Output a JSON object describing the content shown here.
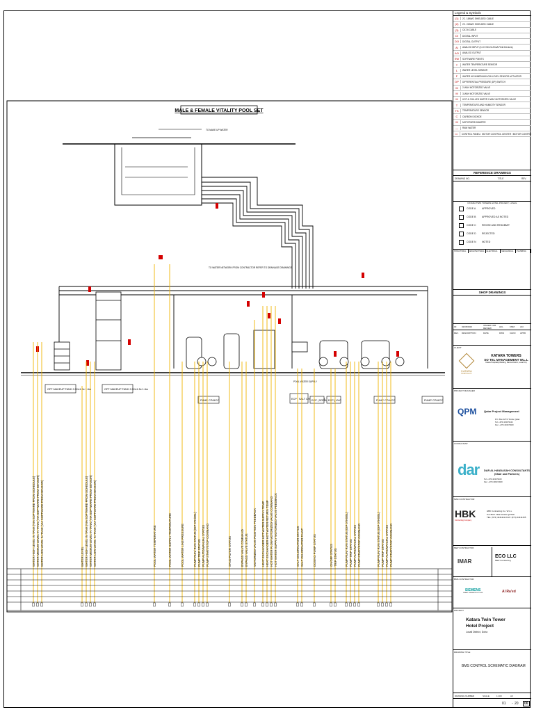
{
  "drawing_title": "MALE & FEMALE VITALITY POOL SET",
  "legend": {
    "title": "Legend & Symbols",
    "items": [
      {
        "sym": "(1)",
        "text": "2C. 18AWG SHIELDED CABLE"
      },
      {
        "sym": "(2)",
        "text": "2C. 22AWG SHIELDED CABLE"
      },
      {
        "sym": "(3)",
        "text": "CAT-6 CABLE"
      },
      {
        "sym": "DI",
        "text": "DIGITAL INPUT"
      },
      {
        "sym": "DO",
        "text": "DIGITAL OUTPUT"
      },
      {
        "sym": "AI",
        "text": "ANALOG INPUT (0-10 VDC/4-20mA Field Devices)"
      },
      {
        "sym": "AO",
        "text": "ANALOG OUTPUT"
      },
      {
        "sym": "SW",
        "text": "SOFTWARE POINTS"
      },
      {
        "sym": "T",
        "text": "WATER TEMPERATURE SENSOR"
      },
      {
        "sym": "L",
        "text": "WATER LEVEL SENSOR"
      },
      {
        "sym": "F",
        "text": "WATER HIGH/MEDIUM/LOW LEVEL SENSOR ACTUATOR"
      },
      {
        "sym": "DP",
        "text": "DIFFERENTIAL PRESSURE (DP) SWITCH"
      },
      {
        "sym": "M",
        "text": "2-WAY MOTORIZED VALVE"
      },
      {
        "sym": "M",
        "text": "3-WAY MOTORIZED VALVE"
      },
      {
        "sym": "M",
        "text": "HOT & CHILLED WATER 2-WAY MOTORIZED VALVE"
      },
      {
        "sym": "T",
        "text": "TEMPERATURE AND HUMIDITY SENSOR"
      },
      {
        "sym": "TS",
        "text": "TEMPERATURE SENSOR"
      },
      {
        "sym": "C",
        "text": "CARBON DIOXIDE"
      },
      {
        "sym": "M",
        "text": "MOTORIZED DAMPER"
      },
      {
        "sym": "—",
        "text": "RAW WATER"
      },
      {
        "sym": "▭",
        "text": "CONTROL PANEL / MOTOR CONTROL CENTER / MOTOR CONTROL PANEL"
      }
    ]
  },
  "reference_drawings": {
    "title": "REFERENCE DRAWINGS",
    "col_drawing_no": "DRAWING NO.",
    "col_title": "TITLE",
    "col_rev": "REV."
  },
  "review_stamp": {
    "header": "KATARA TWIN TOWERS HOTEL PROJECT, LUSAIL",
    "codes": [
      {
        "code": "CODE A",
        "text": "APPROVED"
      },
      {
        "code": "CODE B",
        "text": "APPROVED AS NOTED"
      },
      {
        "code": "CODE C",
        "text": "REVISE AND RESUBMIT"
      },
      {
        "code": "CODE D",
        "text": "REJECTED"
      },
      {
        "code": "CODE N",
        "text": "NOTED"
      }
    ],
    "disciplines": [
      "STRUCTURAL",
      "ARCHITECTURAL",
      "ELECTRICAL",
      "MECHANICAL",
      "PLUMBING"
    ]
  },
  "shop_drawings": {
    "title": "SHOP DRAWINGS",
    "row": [
      "00",
      "02/05/2023",
      "ISSUED FOR REVIEW",
      "HKL",
      "KMM",
      "AKI"
    ],
    "headers": [
      "REV.",
      "DESCRIPTION",
      "DATE",
      "DWN",
      "CHKD",
      "APPD"
    ]
  },
  "client": {
    "label": "CLIENT",
    "name": "KATARA TOWERS",
    "name2": "SO TEL MANAGEMENT W.L.L",
    "address": "Katara Hospitality Building, Marina District, Lusail City",
    "logo_text": "KATARA",
    "logo_sub": "HOSPITALITY"
  },
  "pm": {
    "label": "PROJECT MANAGER",
    "logo": "QPM",
    "name": "Qatar Project Management",
    "address": "P.O. Box 22717 Doha, Qatar",
    "tel": "Tel: +974 4430 5444",
    "fax": "Fax: +974 4430 5400"
  },
  "consultant": {
    "label": "CONSULTANT",
    "logo": "dar",
    "name": "DAR AL HANDASAH CONSULTANTS",
    "name2": "(Shair and Partners)",
    "tel": "Tel: +974 4430 5100",
    "fax": "Fax: +974 4493 0400"
  },
  "contractor": {
    "label": "MAIN CONTRACTOR",
    "logo": "HBK",
    "logo_sub": "Contracting Company",
    "name": "HBK Contracting Co. W.L.L",
    "address": "P.O.BOX 1362  DOHA-QATAR",
    "tel": "TEL: (974) 44411111  FAX: (974) 44411155"
  },
  "subcontractor": {
    "label": "MEP CONTRACTOR",
    "logo1": "IMAR",
    "logo2": "ECO LLC",
    "logo2_sub": "MEP Contracting"
  },
  "bms_contractor": {
    "label": "BMS CONTRACTOR",
    "logo1": "SIEMENS",
    "logo1_sub": "SMART INFRASTRUCTURE",
    "logo2": "Al Ra'ed"
  },
  "project": {
    "label": "PROJECT",
    "name": "Katara Twin Tower",
    "name2": "Hotel Project",
    "location": "Lusail District, Doha"
  },
  "drawing": {
    "label": "DRAWING TITLE",
    "title": "BMS CONTROL SCHEMATIC DIAGRAM",
    "dwg_no_label": "DRAWING NUMBER",
    "scale_label": "SCALE",
    "scale": "1:100",
    "size": "A3",
    "sheet": "01",
    "sheets": "20",
    "rev": "00"
  },
  "equipment_labels": {
    "hot_tank_1": "OFF MAKEUP TANK 2.0Hx1.5x 1.6m",
    "hot_tank_2": "OFF MAKEUP TANK 2.0Hx1.5x 1.6m",
    "pump_ctrl_1": "PUMP CP/MCC",
    "chlor_1": "ECP | SALT CHLORINATOR",
    "ecp_1": "ECP | SODA",
    "ecp_2": "ECP | UVC",
    "pump_ctrl_2": "PUMP CP/MCC",
    "pump_ctrl_3": "PUMP CP/MCC",
    "note_1": "TO WATER NETWORK FROM CONTRACTOR REFER TO DRAINAGE DRAWINGS",
    "note_2": "POOL WATER SUPPLY",
    "note_3": "TO MAKE UP WATER"
  },
  "points": [
    "WATER HIGH LEVEL IN TANK (VIA SOFTWARE FROM SCHEDULE)",
    "WATER MEDIUM LEVEL IN TANK (VIA SOFTWARE FROM SENSOR)",
    "WATER LOW LEVEL IN TANK (VIA SOFTWARE FROM SENSOR)",
    "WATER LEVEL",
    "WATER HIGH LEVEL IN TANK (VIA SOFTWARE FROM SCHEDULE)",
    "WATER MEDIUM LEVEL IN TANK (VIA SOFTWARE FROM SENSOR)",
    "WATER LOW LEVEL IN TANK (VIA SOFTWARE FROM SENSOR)",
    "POOL WATER TEMPERATURE",
    "POOL WATER SUPPLY TEMPERATURE",
    "POOL WATER LINE PRESSURE",
    "PUMP RUN/ RUN STATUS (DIP 07H/85L)",
    "PUMP TRIP STATUS",
    "PUMP AUTO/MANUAL STATUS",
    "PUMP START/STOP COMMAND",
    "SAND FILTER STATUS",
    "BYPASS VALVE COMMAND",
    "BYPASS VALVE STATUS",
    "MOTORIZED VALVE POSITION FEEDBACK",
    "HEAT EXCHANGER HOT WATER SUPPLY TEMP",
    "HEAT EXCHANGER HOT WATER RETURN TEMP",
    "HOT WATER FLOW MOTORIZED VALVE COMMAND",
    "HOT WATER SUPPLY MOTORIZED VALVE FEEDBACK",
    "SALT CHLORINATOR STATUS",
    "SALT CHLORINATOR FAULT",
    "DOSING PUMP STATUS",
    "ON/OFF STATUS",
    "TRIP STATUS",
    "PUMP RUN/ RUN STATUS (DIP 07H/85L)",
    "PUMP TRIP STATUS",
    "PUMP AUTO/MANUAL STATUS",
    "PUMP START/STOP COMMAND",
    "PUMP RUN/ RUN STATUS (DIP 07H/85L)",
    "PUMP TRIP STATUS",
    "PUMP AUTO/MANUAL STATUS",
    "PUMP START/STOP COMMAND"
  ],
  "colors": {
    "wire": "#f0b400",
    "pipe": "#000000",
    "sensor": "#d40000"
  }
}
